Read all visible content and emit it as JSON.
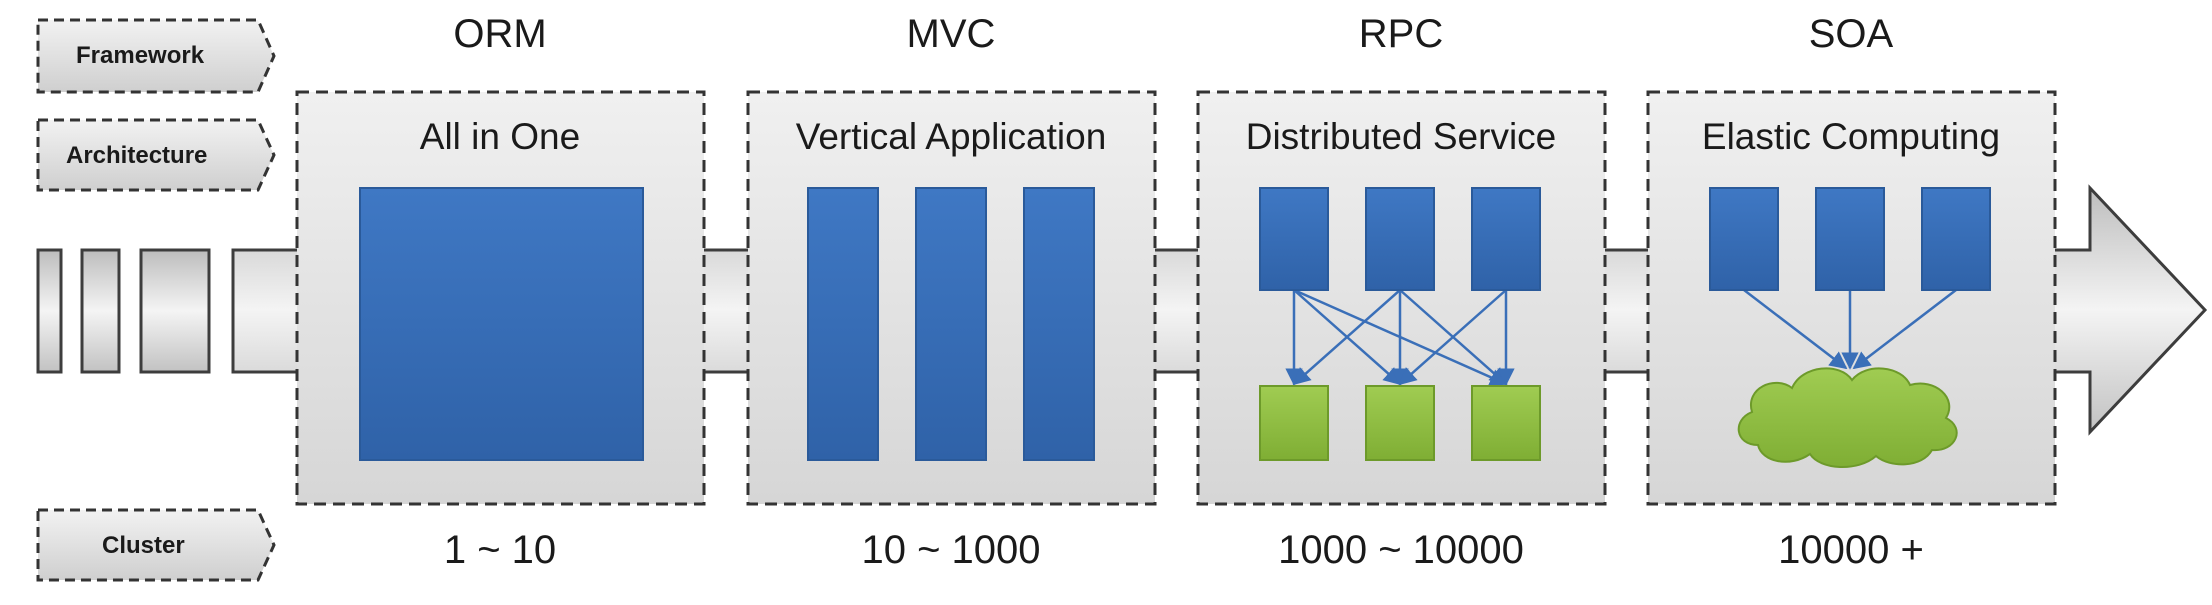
{
  "row_tags": {
    "framework": "Framework",
    "architecture": "Architecture",
    "cluster": "Cluster"
  },
  "stages": [
    {
      "framework": "ORM",
      "architecture": "All in One",
      "cluster": "1 ~ 10"
    },
    {
      "framework": "MVC",
      "architecture": "Vertical Application",
      "cluster": "10 ~ 1000"
    },
    {
      "framework": "RPC",
      "architecture": "Distributed Service",
      "cluster": "1000 ~ 10000"
    },
    {
      "framework": "SOA",
      "architecture": "Elastic Computing",
      "cluster": "10000 +"
    }
  ],
  "colors": {
    "service_blue": "#3a6fb8",
    "node_green": "#8ebf3e",
    "cloud_green": "#86b83a",
    "arrow_line": "#3a6fb8",
    "panel_gray": "#e6e6e6",
    "dashed_border": "#333333"
  }
}
